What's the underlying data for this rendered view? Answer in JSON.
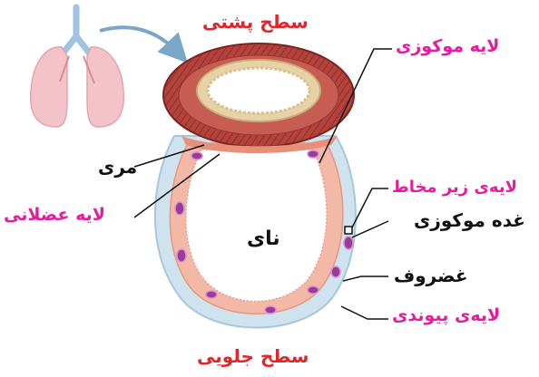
{
  "labels": {
    "dorsal_surface": "سطح پشتی",
    "ventral_surface": "سطح جلویی",
    "mucous_layer": "لایه موکوزی",
    "esophagus": "مری",
    "muscle_layer": "لایه عضلانی",
    "submucosa": "لایه‌ی زیر مخاط",
    "mucous_gland": "غده موکوزی",
    "trachea": "نای",
    "cartilage": "غضروف",
    "connective_layer": "لایه‌ی پیوندی"
  },
  "colors": {
    "title_red": "#e0262b",
    "layer_magenta": "#e61ca0",
    "text_black": "#111111",
    "esophagus_muscle": "#b4433d",
    "cartilage_blue": "#cfe3ef",
    "mucosa_pink": "#f4b8a6",
    "gland_purple": "#9b3a98",
    "arrow_blue": "#7aa7c7"
  }
}
